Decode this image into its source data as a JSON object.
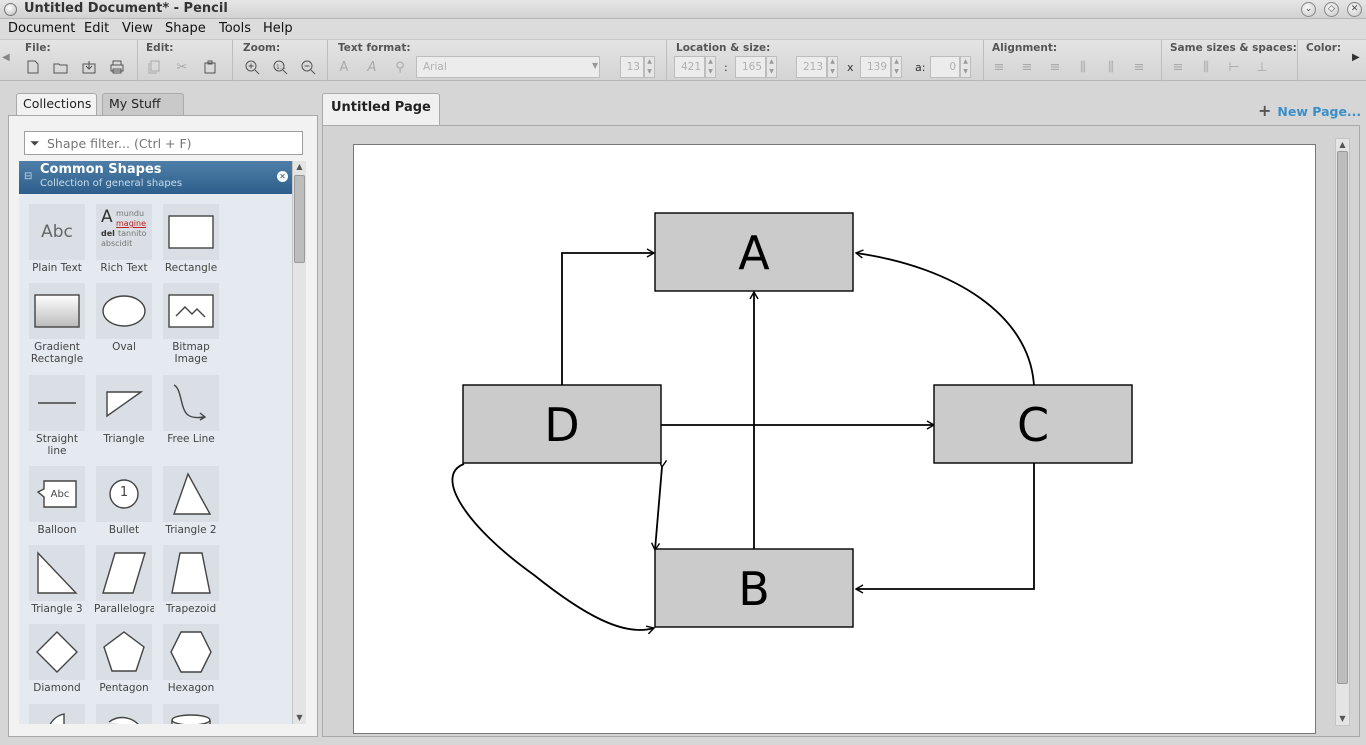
{
  "window": {
    "title": "Untitled Document* - Pencil"
  },
  "menu": [
    "Document",
    "Edit",
    "View",
    "Shape",
    "Tools",
    "Help"
  ],
  "toolbar": {
    "file_label": "File:",
    "edit_label": "Edit:",
    "zoom_label": "Zoom:",
    "text_format_label": "Text format:",
    "font_value": "Arial",
    "font_size_value": "13",
    "location_label": "Location & size:",
    "x_value": "421",
    "y_value": "165",
    "w_value": "213",
    "h_value": "139",
    "colon": ":",
    "times": "x",
    "angle_label": "a:",
    "angle_value": "0",
    "alignment_label": "Alignment:",
    "same_sizes_label": "Same sizes & spaces:",
    "color_label": "Color:"
  },
  "left_tabs": {
    "collections": "Collections",
    "my_stuff": "My Stuff"
  },
  "filter": {
    "placeholder": "Shape filter... (Ctrl + F)"
  },
  "collection": {
    "name": "Common Shapes",
    "description": "Collection of general shapes"
  },
  "shapes": [
    {
      "label": "Plain Text",
      "icon": "plain-text-icon"
    },
    {
      "label": "Rich Text",
      "icon": "rich-text-icon"
    },
    {
      "label": "Rectangle",
      "icon": "rectangle-icon"
    },
    {
      "label": "Gradient Rectangle",
      "icon": "gradient-rectangle-icon"
    },
    {
      "label": "Oval",
      "icon": "oval-icon"
    },
    {
      "label": "Bitmap Image",
      "icon": "bitmap-image-icon"
    },
    {
      "label": "Straight line",
      "icon": "straight-line-icon"
    },
    {
      "label": "Triangle",
      "icon": "triangle-icon"
    },
    {
      "label": "Free Line",
      "icon": "free-line-icon"
    },
    {
      "label": "Balloon",
      "icon": "balloon-icon"
    },
    {
      "label": "Bullet",
      "icon": "bullet-icon"
    },
    {
      "label": "Triangle 2",
      "icon": "triangle-2-icon"
    },
    {
      "label": "Triangle 3",
      "icon": "triangle-3-icon"
    },
    {
      "label": "Parallelogra",
      "icon": "parallelogram-icon"
    },
    {
      "label": "Trapezoid",
      "icon": "trapezoid-icon"
    },
    {
      "label": "Diamond",
      "icon": "diamond-icon"
    },
    {
      "label": "Pentagon",
      "icon": "pentagon-icon"
    },
    {
      "label": "Hexagon",
      "icon": "hexagon-icon"
    }
  ],
  "page_tab": "Untitled Page",
  "new_page": "New Page...",
  "diagram": {
    "nodes": [
      "A",
      "B",
      "C",
      "D"
    ]
  },
  "rich_text_sample": [
    "A",
    "mundu",
    "magine",
    "del",
    "tannito",
    "abscidit"
  ],
  "plain_text_sample": "Abc",
  "balloon_sample": "Abc",
  "bullet_sample": "1"
}
